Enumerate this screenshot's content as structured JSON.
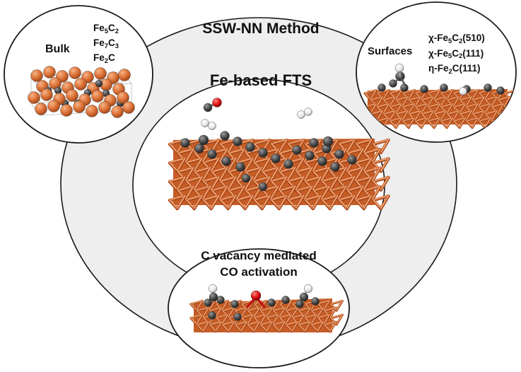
{
  "title": "SSW-NN Method",
  "center": {
    "label": "Fe-based FTS"
  },
  "bulk": {
    "label": "Bulk",
    "phases": [
      {
        "parts": [
          "Fe",
          "5",
          "C",
          "2"
        ]
      },
      {
        "parts": [
          "Fe",
          "7",
          "C",
          "3"
        ]
      },
      {
        "parts": [
          "Fe",
          "2",
          "C",
          ""
        ]
      }
    ]
  },
  "surfaces": {
    "label": "Surfaces",
    "facets": [
      {
        "parts": [
          "χ-Fe",
          "5",
          "C",
          "2",
          "(510)"
        ]
      },
      {
        "parts": [
          "χ-Fe",
          "5",
          "C",
          "2",
          "(111)"
        ]
      },
      {
        "parts": [
          "η-Fe",
          "2",
          "C(111)",
          "",
          ""
        ]
      }
    ]
  },
  "bottom": {
    "line1": "C vacancy mediated",
    "line2": "CO activation"
  },
  "colors": {
    "iron": "#e0763a",
    "iron_dark": "#a84a1c",
    "carbon": "#4a4a4a",
    "oxygen": "#e01010",
    "hydrogen": "#f2f2f2",
    "ring": "#eeeeee",
    "outline": "#1a1a1a"
  }
}
